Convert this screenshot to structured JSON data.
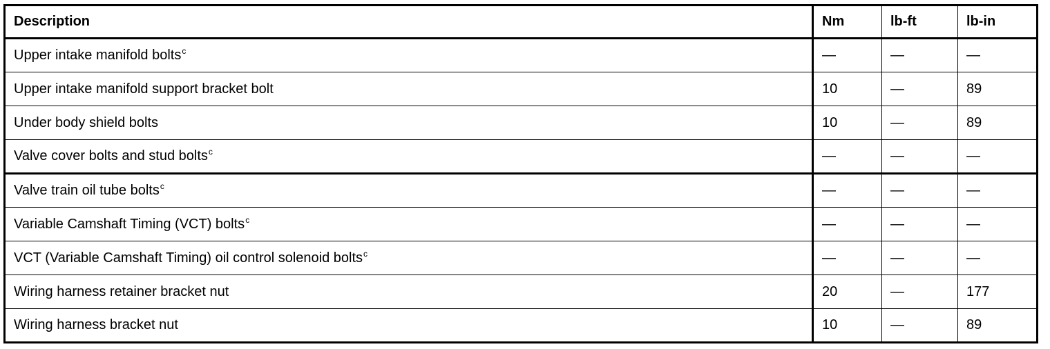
{
  "table": {
    "columns": [
      {
        "key": "description",
        "label": "Description"
      },
      {
        "key": "nm",
        "label": "Nm"
      },
      {
        "key": "lbft",
        "label": "lb-ft"
      },
      {
        "key": "lbin",
        "label": "lb-in"
      }
    ],
    "dash": "—",
    "footnote_marker": "c",
    "rows": [
      {
        "description": "Upper intake manifold bolts",
        "note": "c",
        "nm": "—",
        "lbft": "—",
        "lbin": "—"
      },
      {
        "description": "Upper intake manifold support bracket bolt",
        "note": "",
        "nm": "10",
        "lbft": "—",
        "lbin": "89"
      },
      {
        "description": "Under body shield bolts",
        "note": "",
        "nm": "10",
        "lbft": "—",
        "lbin": "89"
      },
      {
        "description": "Valve cover bolts and stud bolts",
        "note": "c",
        "nm": "—",
        "lbft": "—",
        "lbin": "—"
      },
      {
        "description": "Valve train oil tube bolts",
        "note": "c",
        "nm": "—",
        "lbft": "—",
        "lbin": "—"
      },
      {
        "description": "Variable Camshaft Timing (VCT) bolts",
        "note": "c",
        "nm": "—",
        "lbft": "—",
        "lbin": "—"
      },
      {
        "description": "VCT (Variable Camshaft Timing) oil control solenoid bolts",
        "note": "c",
        "nm": "—",
        "lbft": "—",
        "lbin": "—"
      },
      {
        "description": "Wiring harness retainer bracket nut",
        "note": "",
        "nm": "20",
        "lbft": "—",
        "lbin": "177"
      },
      {
        "description": "Wiring harness bracket nut",
        "note": "",
        "nm": "10",
        "lbft": "—",
        "lbin": "89"
      }
    ],
    "heavy_rule_after_row_index": 3
  }
}
